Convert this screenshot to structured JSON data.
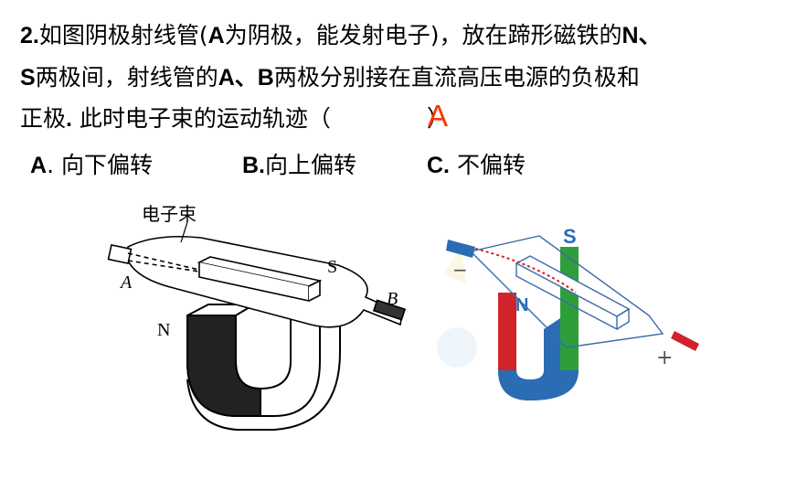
{
  "question": {
    "line1_prefix": "2.",
    "line1_rest": "如图阴极射线管(",
    "line1_A": "A",
    "line1_tail": "为阴极，能发射电子)，放在蹄形磁铁的",
    "line1_N": "N、",
    "line2_S": "S",
    "line2_rest": "两极间，射线管的",
    "line2_AB": "A、B",
    "line2_tail": "两极分别接在直流高压电源的负极和",
    "line3_text": "正极",
    "line3_dot": ".",
    "line3_tail": " 此时电子束的运动轨迹（",
    "line3_close": "）",
    "answer": "A"
  },
  "options": {
    "a_letter": "A",
    "a_text": ". 向下偏转",
    "b_letter": "B.",
    "b_text": "向上偏转",
    "c_letter": "C.",
    "c_text": " 不偏转"
  },
  "figure_left": {
    "beam_label": "电子束",
    "label_A": "A",
    "label_B": "B",
    "label_S": "S",
    "label_N": "N"
  },
  "figure_right": {
    "label_S": "S",
    "label_N": "N",
    "minus": "−",
    "plus": "+",
    "colors": {
      "north": "#d0232a",
      "south": "#2e9e3b",
      "base": "#2a6db5",
      "tube": "#3a6aa8"
    }
  }
}
